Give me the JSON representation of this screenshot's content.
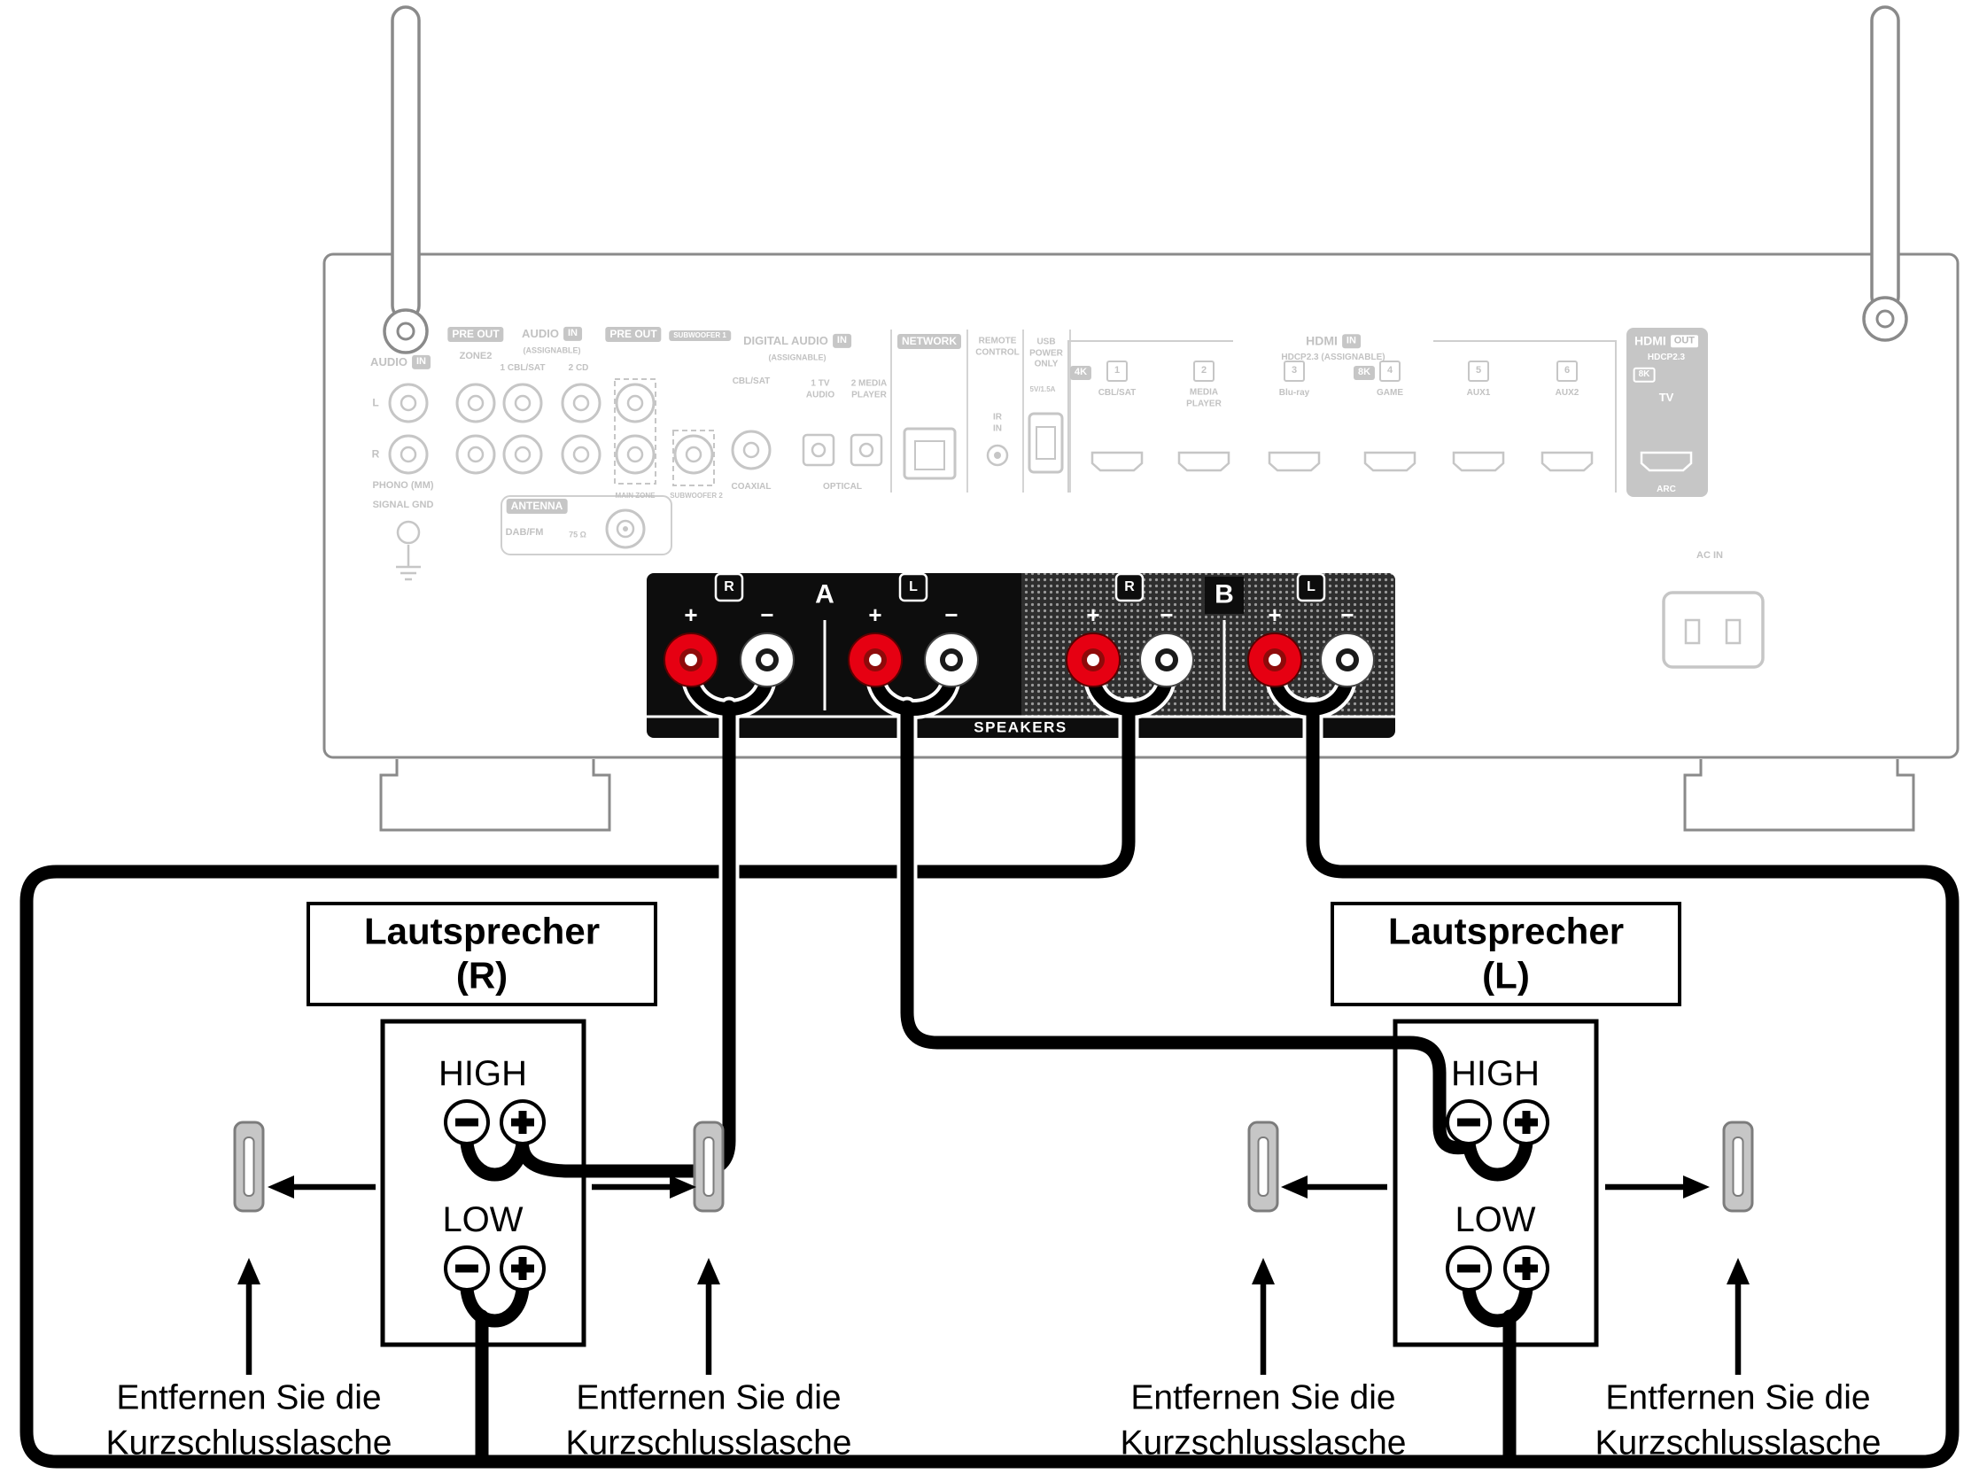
{
  "receiver": {
    "analog_left": {
      "audio": "AUDIO",
      "in": "IN",
      "l": "L",
      "r": "R",
      "phono": "PHONO (MM)",
      "signal_gnd": "SIGNAL GND"
    },
    "pre_out_zone2": {
      "pre_out": "PRE OUT",
      "zone2": "ZONE2"
    },
    "audio_in": {
      "audio": "AUDIO",
      "in": "IN",
      "assignable": "(ASSIGNABLE)",
      "input1": "1 CBL/SAT",
      "input2": "2 CD"
    },
    "pre_out_main": {
      "pre_out": "PRE OUT",
      "subwoofer1": "SUBWOOFER 1",
      "main_zone": "MAIN ZONE",
      "subwoofer2": "SUBWOOFER 2"
    },
    "digital_audio": {
      "title": "DIGITAL AUDIO",
      "in": "IN",
      "assignable": "(ASSIGNABLE)",
      "cbl_sat": "CBL/SAT",
      "tv_audio": "1 TV\nAUDIO",
      "media_player": "2 MEDIA\nPLAYER",
      "coaxial": "COAXIAL",
      "optical": "OPTICAL"
    },
    "network": {
      "label": "NETWORK"
    },
    "remote": {
      "label": "REMOTE\nCONTROL",
      "ir_in": "IR\nIN"
    },
    "usb": {
      "label": "USB\nPOWER\nONLY",
      "rating": "5V/1.5A"
    },
    "hdmi_in": {
      "hdmi": "HDMI",
      "in": "IN",
      "hdcp": "HDCP2.3 (ASSIGNABLE)",
      "badge_4k": "4K",
      "badge_8k": "8K",
      "ports": [
        {
          "num": "1",
          "label": "CBL/SAT"
        },
        {
          "num": "2",
          "label": "MEDIA\nPLAYER"
        },
        {
          "num": "3",
          "label": "Blu-ray"
        },
        {
          "num": "4",
          "label": "GAME"
        },
        {
          "num": "5",
          "label": "AUX1"
        },
        {
          "num": "6",
          "label": "AUX2"
        }
      ]
    },
    "hdmi_out": {
      "hdmi": "HDMI",
      "out": "OUT",
      "hdcp": "HDCP2.3",
      "badge_8k": "8K",
      "tv": "TV",
      "arc": "ARC"
    },
    "antenna": {
      "label": "ANTENNA",
      "dab_fm": "DAB/FM",
      "impedance": "75 Ω"
    },
    "ac_in": "AC IN",
    "speaker_panel": {
      "plus": "+",
      "minus": "−",
      "a": {
        "label": "A",
        "r": "R",
        "l": "L"
      },
      "b": {
        "label": "B",
        "r": "R",
        "l": "L"
      },
      "speakers": "SPEAKERS"
    }
  },
  "speakers": {
    "right": {
      "name": "Lautsprecher\n(R)",
      "high": "HIGH",
      "low": "LOW"
    },
    "left": {
      "name": "Lautsprecher\n(L)",
      "high": "HIGH",
      "low": "LOW"
    }
  },
  "annotations": {
    "remove_tab": "Entfernen Sie die\nKurzschlusslasche"
  },
  "colors": {
    "terminal_red": "#e60012",
    "panel_black": "#0d0d0d",
    "faded": "#c6c6c6"
  }
}
